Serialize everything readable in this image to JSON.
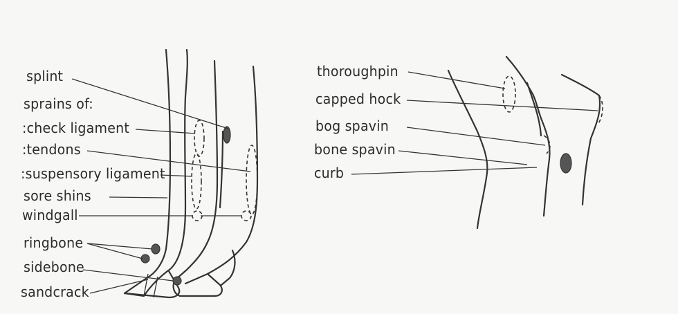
{
  "labels": {
    "splint": "splint",
    "sprains_of": "sprains of:",
    "check_ligament": ":check ligament",
    "tendons": ":tendons",
    "suspensory_ligament": ":suspensory ligament",
    "sore_shins": "sore shins",
    "windgall": "windgall",
    "ringbone": "ringbone",
    "sidebone": "sidebone",
    "sandcrack": "sandcrack",
    "thoroughpin": "thoroughpin",
    "capped_hock": "capped hock",
    "bog_spavin": "bog spavin",
    "bone_spavin": "bone spavin",
    "curb": "curb"
  }
}
